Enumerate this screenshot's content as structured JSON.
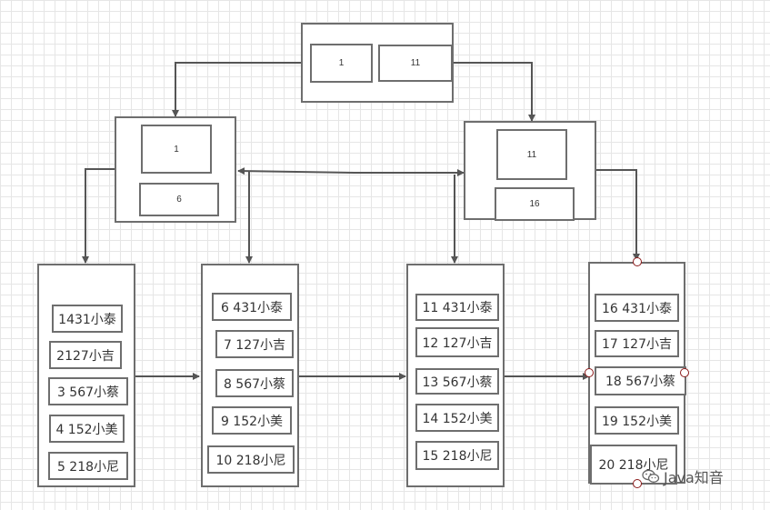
{
  "root": {
    "keys": [
      "1",
      "11"
    ]
  },
  "internal": [
    {
      "keys": [
        "1",
        "6"
      ]
    },
    {
      "keys": [
        "11",
        "16"
      ]
    }
  ],
  "leaves": [
    {
      "rows": [
        "1431小泰",
        "2127小吉",
        "3 567小蔡",
        "4 152小美",
        "5 218小尼"
      ]
    },
    {
      "rows": [
        "6 431小泰",
        "7 127小吉",
        "8 567小蔡",
        "9 152小美",
        "10 218小尼"
      ]
    },
    {
      "rows": [
        "11 431小泰",
        "12 127小吉",
        "13 567小蔡",
        "14 152小美",
        "15 218小尼"
      ]
    },
    {
      "rows": [
        "16 431小泰",
        "17 127小吉",
        "18 567小蔡",
        "19 152小美",
        "20 218小尼"
      ]
    }
  ],
  "watermark": {
    "text": "Java知音",
    "icon": "wechat-icon"
  },
  "colors": {
    "stroke": "#6e6e6e",
    "arrow": "#555555",
    "handle": "#8b1a1a"
  }
}
